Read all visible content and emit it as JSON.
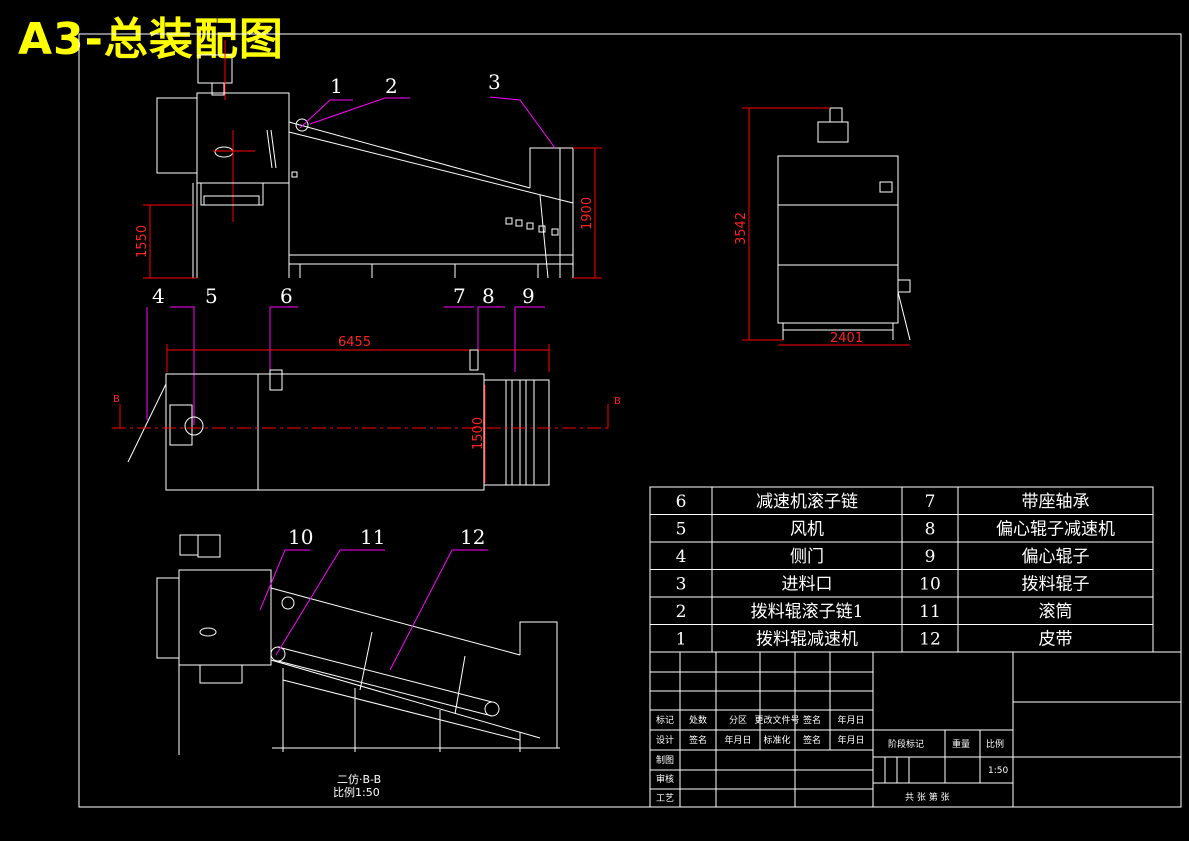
{
  "title": "A3-总装配图",
  "dimensions": {
    "d1550": "1550",
    "d1900": "1900",
    "d6455": "6455",
    "d1500": "1500",
    "d3542": "3542",
    "d2401": "2401"
  },
  "balloons": [
    "1",
    "2",
    "3",
    "4",
    "5",
    "6",
    "7",
    "8",
    "9",
    "10",
    "11",
    "12"
  ],
  "section_marks": {
    "left": "B",
    "right": "B"
  },
  "view_label": {
    "line1": "二仿·B-B",
    "line2": "比例1:50"
  },
  "parts_list": [
    {
      "no": "6",
      "name": "减速机滚子链",
      "no2": "7",
      "name2": "带座轴承"
    },
    {
      "no": "5",
      "name": "风机",
      "no2": "8",
      "name2": "偏心辊子减速机"
    },
    {
      "no": "4",
      "name": "侧门",
      "no2": "9",
      "name2": "偏心辊子"
    },
    {
      "no": "3",
      "name": "进料口",
      "no2": "10",
      "name2": "拨料辊子"
    },
    {
      "no": "2",
      "name": "拨料辊滚子链1",
      "no2": "11",
      "name2": "滚筒"
    },
    {
      "no": "1",
      "name": "拨料辊减速机",
      "no2": "12",
      "name2": "皮带"
    }
  ],
  "title_block": {
    "row_headers": [
      "标记",
      "处数",
      "分区",
      "更改文件号",
      "签名",
      "年月日"
    ],
    "row_design": [
      "设计",
      "签名",
      "年月日",
      "标准化",
      "签名",
      "年月日"
    ],
    "left_labels": [
      "制图",
      "审核",
      "工艺"
    ],
    "stage_mark": "阶段标记",
    "weight": "重量",
    "scale_label": "比例",
    "scale_value": "1:50",
    "sheets": "共  张  第  张"
  },
  "colors": {
    "background": "#000000",
    "lines": "#ffffff",
    "dimensions": "#ff0000",
    "leaders": "#ff00ff",
    "title": "#ffff00"
  }
}
